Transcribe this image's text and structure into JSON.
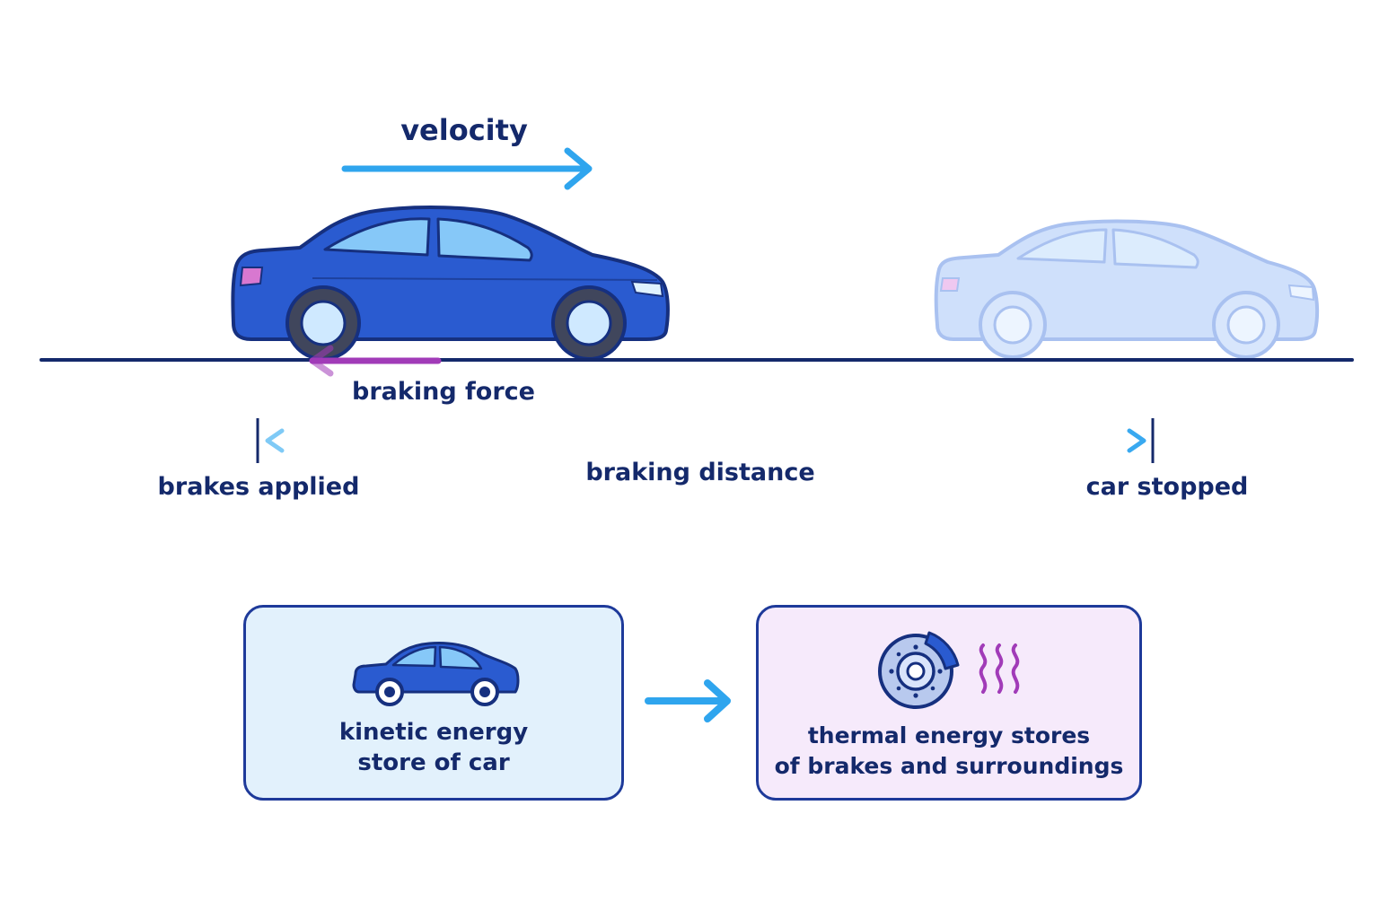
{
  "labels": {
    "velocity": "velocity",
    "braking_force": "braking force",
    "braking_distance": "braking distance",
    "brakes_applied": "brakes applied",
    "car_stopped": "car stopped"
  },
  "energy_transfer": {
    "source_line1": "kinetic energy",
    "source_line2": "store of car",
    "destination_line1": "thermal energy stores",
    "destination_line2": "of brakes and surroundings"
  },
  "icons": {
    "moving_car": "car-icon",
    "stopped_car": "faded-car-icon",
    "source": "car-icon",
    "destination": "brake-disc-icon",
    "heat": "heat-waves-icon",
    "transfer": "arrow-right-icon"
  },
  "colors": {
    "car_body": "#2a5bd0",
    "car_outline": "#16307f",
    "window": "#86c8f8",
    "faded_car_fill": "#cfe0fb",
    "faded_car_outline": "#a9c1f0",
    "velocity_arrow": "#2fa5ee",
    "braking_force_arrow": "#a13bb8",
    "distance_arrow": "#39a9f0",
    "ground": "#14296b",
    "text": "#14296b",
    "kinetic_box_fill": "#e2f1fc",
    "thermal_box_fill": "#f6eafb",
    "box_outline": "#1e3a9a",
    "heat_waves": "#a13bb8"
  }
}
